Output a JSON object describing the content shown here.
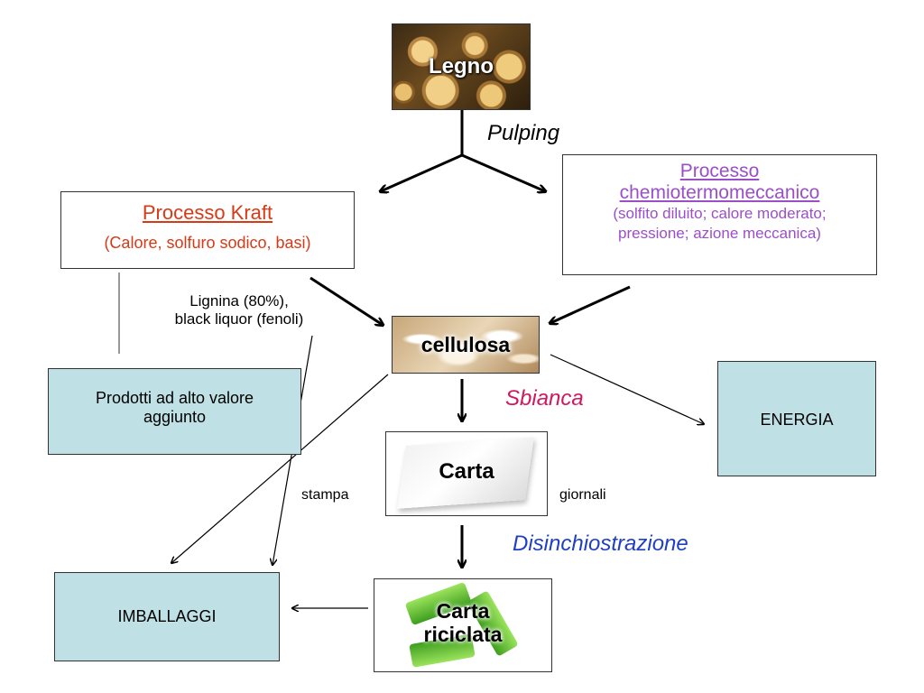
{
  "nodes": {
    "legno": "Legno",
    "cellulosa": "cellulosa",
    "carta": "Carta",
    "carta_riciclata_line1": "Carta",
    "carta_riciclata_line2": "riciclata",
    "kraft_title": "Processo Kraft",
    "kraft_detail": "(Calore, solfuro sodico, basi)",
    "ctmp_title_line1": "Processo",
    "ctmp_title_line2": "chemiotermomeccanico",
    "ctmp_detail_line1": "(solfito diluito; calore moderato;",
    "ctmp_detail_line2": "pressione; azione meccanica)",
    "prodotti_line1": "Prodotti ad alto valore",
    "prodotti_line2": "aggiunto",
    "energia": "ENERGIA",
    "imballaggi": "IMBALLAGGI"
  },
  "labels": {
    "pulping": "Pulping",
    "sbianca": "Sbianca",
    "disinchiostrazione": "Disinchiostrazione",
    "lignina_line1": "Lignina (80%),",
    "lignina_line2": "black liquor (fenoli)",
    "stampa": "stampa",
    "giornali": "giornali"
  },
  "colors": {
    "pulping": "#000000",
    "sbianca": "#d0185f",
    "disinchiostrazione": "#1f3fc4",
    "kraft": "#d83a16",
    "ctmp": "#9a4fc9",
    "teal_box": "#bfe1e6"
  }
}
